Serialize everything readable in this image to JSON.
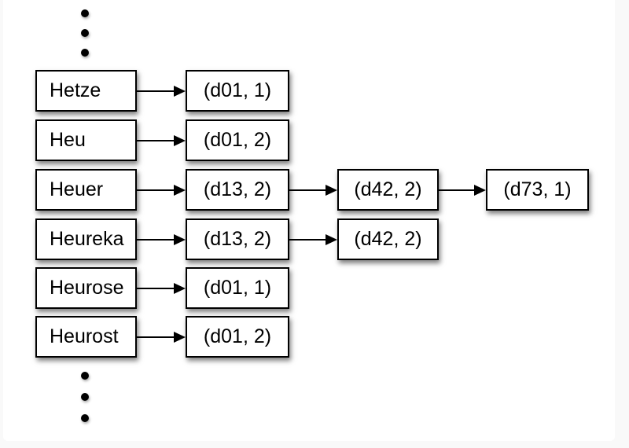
{
  "page": {
    "background_color": "#f9f9f9",
    "panel_color": "#ffffff"
  },
  "diagram": {
    "type": "inverted-index",
    "box_border_color": "#000000",
    "text_color": "#000000",
    "ellipsis": {
      "top_dots": 3,
      "bottom_dots": 3
    },
    "rows": [
      {
        "term": "Hetze",
        "postings": [
          "(d01, 1)"
        ]
      },
      {
        "term": "Heu",
        "postings": [
          "(d01, 2)"
        ]
      },
      {
        "term": "Heuer",
        "postings": [
          "(d13, 2)",
          "(d42, 2)",
          "(d73, 1)"
        ]
      },
      {
        "term": "Heureka",
        "postings": [
          "(d13, 2)",
          "(d42, 2)"
        ]
      },
      {
        "term": "Heurose",
        "postings": [
          "(d01, 1)"
        ]
      },
      {
        "term": "Heurost",
        "postings": [
          "(d01, 2)"
        ]
      }
    ]
  }
}
